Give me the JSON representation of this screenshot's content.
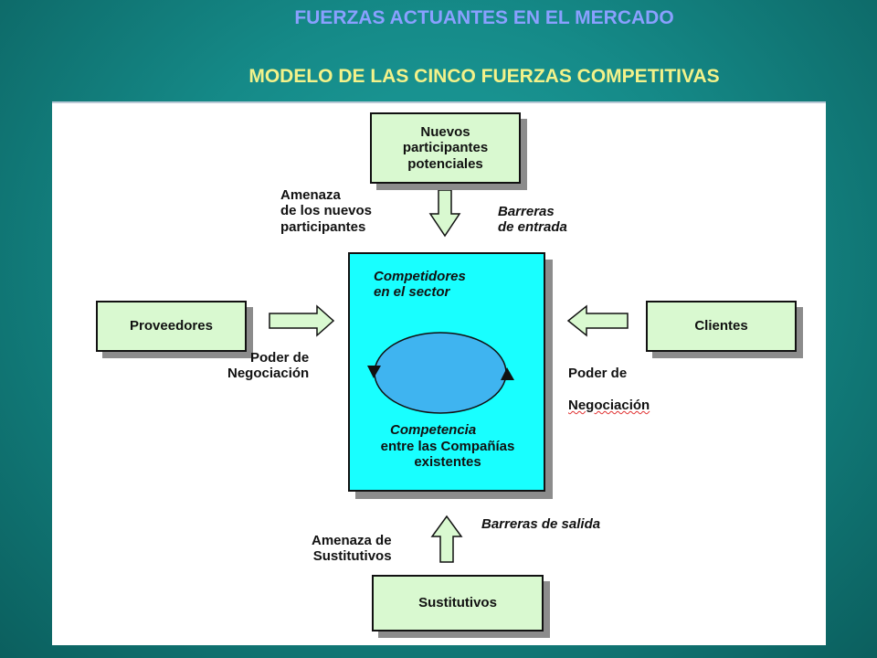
{
  "header": {
    "title": "FUERZAS ACTUANTES EN EL MERCADO",
    "subtitle": "MODELO DE LAS CINCO FUERZAS COMPETITIVAS"
  },
  "diagram": {
    "boxes": {
      "new_entrants": "Nuevos\nparticipantes\npotenciales",
      "suppliers": "Proveedores",
      "customers": "Clientes",
      "substitutes": "Sustitutivos"
    },
    "center": {
      "top_label": "Competidores\nen el sector",
      "bottom_label_italic": "Competencia",
      "bottom_label": "entre las Compañías\nexistentes"
    },
    "labels": {
      "threat_new": "Amenaza\nde los nuevos\nparticipantes",
      "entry_barriers": "Barreras\nde entrada",
      "supplier_power": "Poder de\nNegociación",
      "customer_power_line1": "Poder de",
      "customer_power_line2": "Negociación",
      "threat_substitutes": "Amenaza de\nSustitutivos",
      "exit_barriers": "Barreras de salida"
    },
    "colors": {
      "box_fill": "#d9f9d0",
      "center_fill": "#18ffff",
      "circle_fill": "#3fb4f0",
      "shadow": "#8c8c8c"
    }
  }
}
